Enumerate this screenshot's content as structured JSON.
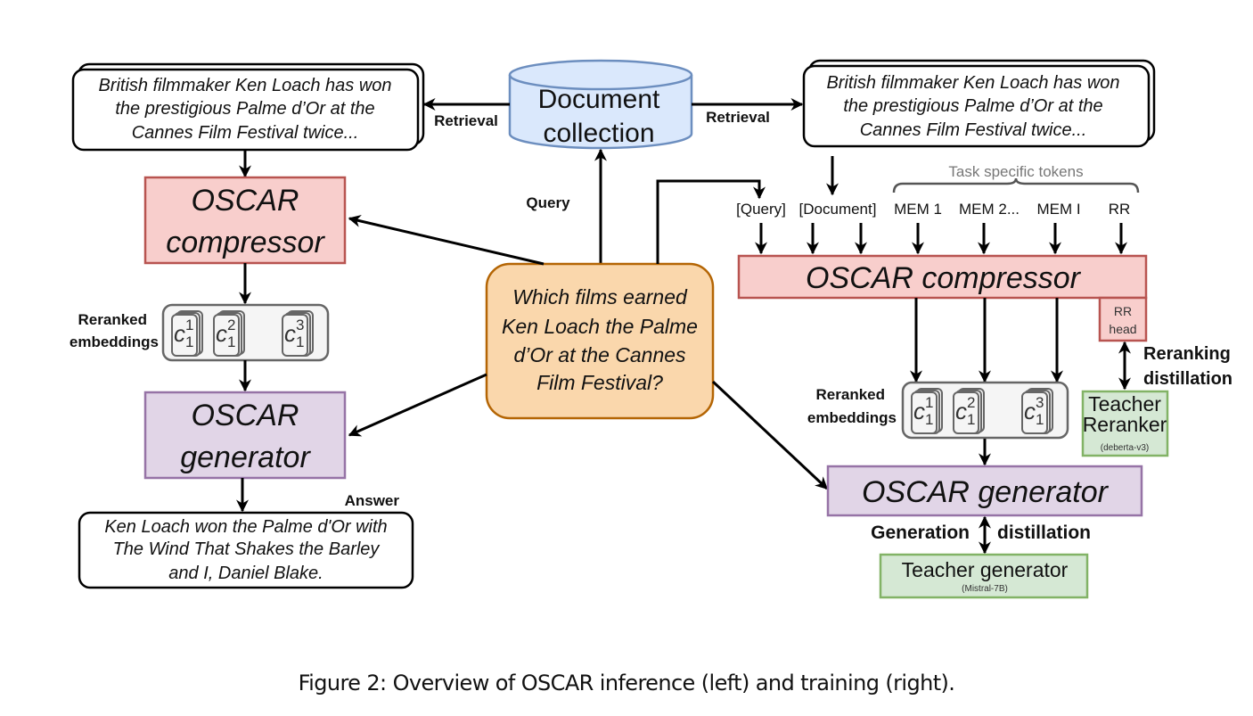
{
  "figure": {
    "caption": "Figure 2: Overview of OSCAR inference (left) and training (right)."
  },
  "colors": {
    "compressor_fill": "#f8cecc",
    "compressor_stroke": "#b85450",
    "generator_fill": "#e1d5e7",
    "generator_stroke": "#9673a6",
    "query_fill": "#fad7ac",
    "query_stroke": "#b46504",
    "collection_fill": "#dae8fc",
    "collection_stroke": "#6c8ebf",
    "teacher_fill": "#d5e8d4",
    "teacher_stroke": "#82b366",
    "embeddings_fill": "#f5f5f5",
    "embeddings_stroke": "#666666"
  },
  "center": {
    "collection_line1": "Document",
    "collection_line2": "collection",
    "retrieval_left": "Retrieval",
    "retrieval_right": "Retrieval",
    "query_label": "Query",
    "question_lines": [
      "Which films earned",
      "Ken Loach the Palme",
      "d’Or at the Cannes",
      "Film Festival?"
    ]
  },
  "inference": {
    "doc_lines": [
      "British filmmaker Ken Loach has won",
      "the prestigious Palme d’Or at the",
      "Cannes Film Festival twice..."
    ],
    "compressor_lines": [
      "OSCAR",
      "compressor"
    ],
    "embeddings_label_lines": [
      "Reranked",
      "embeddings"
    ],
    "embeddings": [
      {
        "base": "c",
        "sub": "1",
        "sup": "1"
      },
      {
        "base": "c",
        "sub": "1",
        "sup": "2"
      },
      {
        "base": "c",
        "sub": "1",
        "sup": "3"
      }
    ],
    "generator_lines": [
      "OSCAR",
      "generator"
    ],
    "answer_label": "Answer",
    "answer_lines": [
      "Ken Loach won the Palme d'Or with",
      "The Wind That Shakes the Barley",
      "and I, Daniel Blake."
    ]
  },
  "training": {
    "doc_lines": [
      "British filmmaker Ken Loach has won",
      "the prestigious Palme d’Or at the",
      "Cannes Film Festival twice..."
    ],
    "task_tokens_label": "Task specific tokens",
    "tokens": [
      "[Query]",
      "[Document]",
      "MEM 1",
      "MEM 2...",
      "MEM I",
      "RR"
    ],
    "compressor_label": "OSCAR compressor",
    "rr_head_lines": [
      "RR",
      "head"
    ],
    "reranking_distillation_lines": [
      "Reranking",
      "distillation"
    ],
    "teacher_reranker_lines": [
      "Teacher",
      "Reranker"
    ],
    "teacher_reranker_model": "(deberta-v3)",
    "embeddings_label_lines": [
      "Reranked",
      "embeddings"
    ],
    "embeddings": [
      {
        "base": "c",
        "sub": "1",
        "sup": "1"
      },
      {
        "base": "c",
        "sub": "1",
        "sup": "2"
      },
      {
        "base": "c",
        "sub": "1",
        "sup": "3"
      }
    ],
    "generator_label": "OSCAR generator",
    "generation_label": "Generation",
    "distillation_label": "distillation",
    "teacher_generator_label": "Teacher generator",
    "teacher_generator_model": "(Mistral-7B)"
  }
}
